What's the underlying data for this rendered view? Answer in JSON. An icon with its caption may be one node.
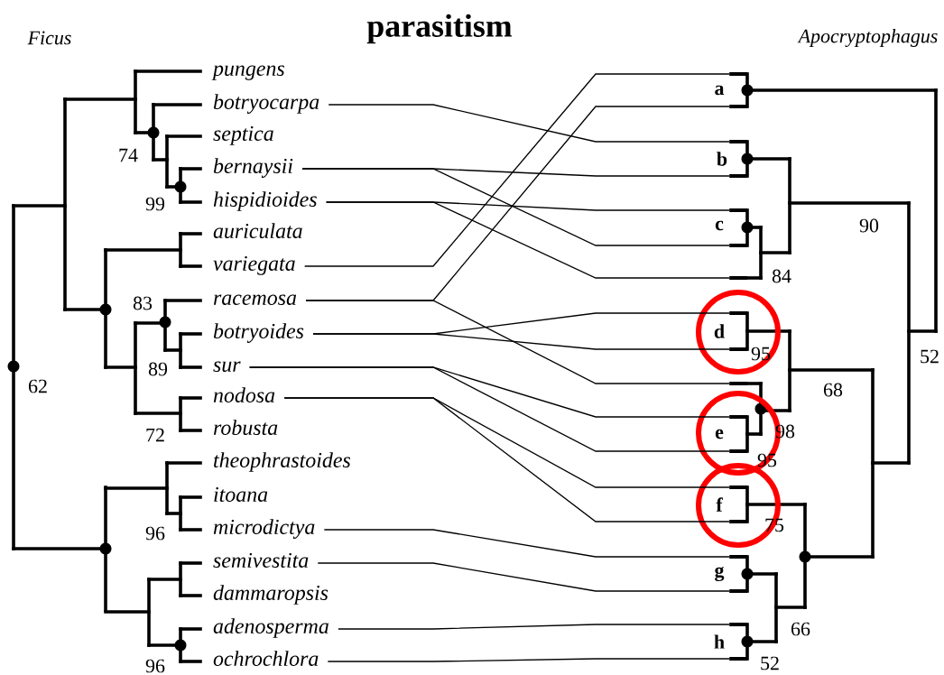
{
  "diagram": {
    "title": "parasitism",
    "nodes": [
      {
        "text": [
          "pungens"
        ]
      },
      {
        "text": [
          "botryocarpa"
        ]
      },
      {
        "text": [
          "septica"
        ]
      },
      {
        "text": [
          "bernaysii"
        ]
      },
      {
        "text": [
          "hispidioides"
        ]
      },
      {
        "text": [
          "auriculata"
        ]
      },
      {
        "text": [
          "variegata"
        ]
      },
      {
        "text": [
          "racemosa"
        ]
      },
      {
        "text": [
          "botryoides"
        ]
      },
      {
        "text": [
          "sur"
        ]
      },
      {
        "text": [
          "nodosa"
        ]
      },
      {
        "text": [
          "robusta"
        ]
      },
      {
        "text": [
          "theophrastoides"
        ]
      },
      {
        "text": [
          "itoana"
        ]
      },
      {
        "text": [
          "microdictya"
        ]
      },
      {
        "text": [
          "semivestita"
        ]
      },
      {
        "text": [
          "dammaropsis"
        ]
      },
      {
        "text": [
          "adenosperma"
        ]
      },
      {
        "text": [
          "ochrochlora"
        ]
      },
      {
        "text": [],
        "shape": "bar"
      },
      {
        "text": [],
        "shape": "bar"
      },
      {
        "text": [],
        "shape": "bar"
      },
      {
        "text": [],
        "shape": "bar"
      },
      {
        "text": [],
        "shape": "bar"
      },
      {
        "text": [],
        "shape": "bar"
      },
      {
        "text": [],
        "shape": "bar"
      },
      {
        "text": [],
        "shape": "bar"
      },
      {
        "text": [],
        "shape": "bar"
      },
      {
        "text": [],
        "shape": "bar"
      },
      {
        "text": [],
        "shape": "bar"
      },
      {
        "text": [],
        "shape": "bar"
      },
      {
        "text": [],
        "shape": "bar"
      },
      {
        "text": [],
        "shape": "bar"
      },
      {
        "text": [],
        "shape": "bar"
      },
      {
        "text": [],
        "shape": "bar"
      },
      {
        "text": [],
        "shape": "bar"
      },
      {
        "text": [],
        "shape": "bar"
      }
    ],
    "edges": [
      {
        "from": 1,
        "to": 21,
        "arrow": "none"
      },
      {
        "from": 3,
        "to": 22,
        "arrow": "none"
      },
      {
        "from": 3,
        "to": 24,
        "arrow": "none"
      },
      {
        "from": 4,
        "to": 23,
        "arrow": "none"
      },
      {
        "from": 4,
        "to": 25,
        "arrow": "none"
      },
      {
        "from": 6,
        "to": 19,
        "arrow": "none"
      },
      {
        "from": 7,
        "to": 20,
        "arrow": "none"
      },
      {
        "from": 7,
        "to": 28,
        "arrow": "none"
      },
      {
        "from": 8,
        "to": 26,
        "arrow": "none"
      },
      {
        "from": 8,
        "to": 27,
        "arrow": "none"
      },
      {
        "from": 9,
        "to": 29,
        "arrow": "none"
      },
      {
        "from": 9,
        "to": 30,
        "arrow": "none"
      },
      {
        "from": 10,
        "to": 31,
        "arrow": "none"
      },
      {
        "from": 10,
        "to": 32,
        "arrow": "none"
      },
      {
        "from": 14,
        "to": 33,
        "arrow": "none"
      },
      {
        "from": 15,
        "to": 34,
        "arrow": "none"
      },
      {
        "from": 17,
        "to": 35,
        "arrow": "none"
      },
      {
        "from": 18,
        "to": 36,
        "arrow": "none"
      }
    ],
    "labels": [
      "Ficus",
      "Apocryptophagus",
      "a",
      "74",
      "b",
      "99",
      "90",
      "c",
      "84",
      "83",
      "d",
      "95",
      "52",
      "89",
      "62",
      "68",
      "98",
      "e",
      "72",
      "95",
      "f",
      "75",
      "96",
      "g",
      "66",
      "h",
      "96",
      "52"
    ]
  }
}
